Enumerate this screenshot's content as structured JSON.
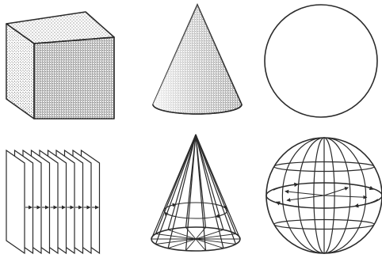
{
  "figure": {
    "colors": {
      "ink": "#2a2a2a",
      "paper": "#ffffff"
    },
    "panels": [
      {
        "id": "solid-cube",
        "shape": "cube",
        "rendering": "stippled-solid"
      },
      {
        "id": "solid-cone",
        "shape": "cone",
        "rendering": "stippled-solid"
      },
      {
        "id": "plain-circle",
        "shape": "circle",
        "rendering": "outline"
      },
      {
        "id": "stacked-planes",
        "shape": "parallel-planes",
        "rendering": "wireframe-with-arrows"
      },
      {
        "id": "wire-cone",
        "shape": "cone",
        "rendering": "wireframe-with-arrows"
      },
      {
        "id": "wire-sphere",
        "shape": "sphere",
        "rendering": "wireframe-with-arrows"
      }
    ]
  }
}
